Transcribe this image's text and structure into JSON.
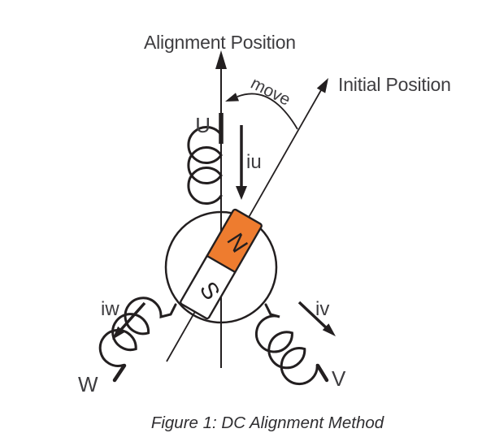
{
  "figure": {
    "caption": "Figure 1: DC Alignment Method",
    "labels": {
      "alignment_position": "Alignment Position",
      "initial_position": "Initial Position",
      "move": "move",
      "phase_u": "U",
      "phase_v": "V",
      "phase_w": "W",
      "current_u": "iu",
      "current_v": "iv",
      "current_w": "iw",
      "magnet_north": "N",
      "magnet_south": "S"
    },
    "colors": {
      "magnet_north_fill": "#EE7C2F",
      "line": "#231F20",
      "text": "#3E3D40",
      "background": "#FFFFFF"
    }
  }
}
